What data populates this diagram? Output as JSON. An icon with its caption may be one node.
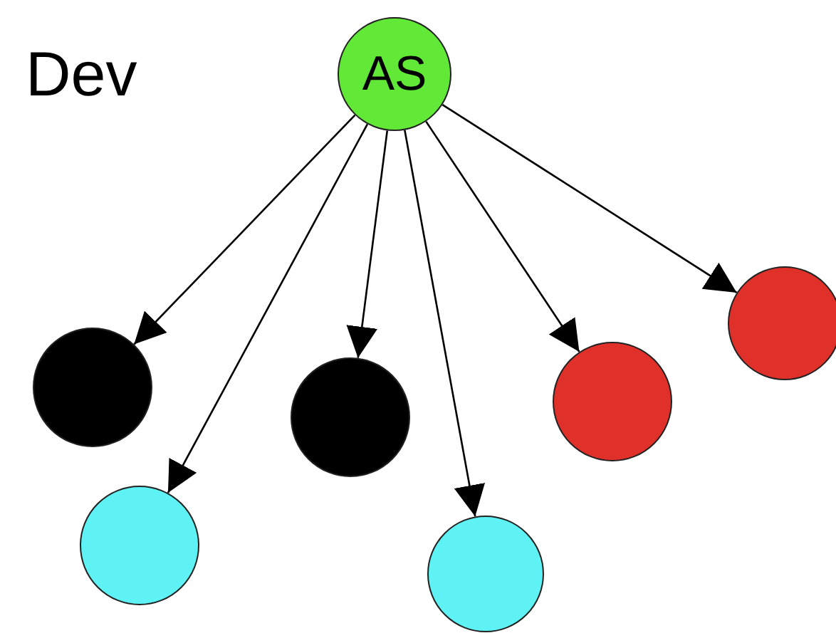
{
  "diagram": {
    "nodes": [
      {
        "text": [
          "AS"
        ]
      },
      {
        "text": [],
        "shape": "circle"
      },
      {
        "text": [],
        "shape": "circle"
      },
      {
        "text": [],
        "shape": "circle"
      },
      {
        "text": [],
        "shape": "circle"
      },
      {
        "text": [],
        "shape": "circle"
      },
      {
        "text": [],
        "shape": "circle"
      }
    ],
    "edges": [
      {
        "from": 0,
        "to": 1,
        "arrow": "to"
      },
      {
        "from": 0,
        "to": 2,
        "arrow": "to"
      },
      {
        "from": 0,
        "to": 3,
        "arrow": "to"
      },
      {
        "from": 0,
        "to": 4,
        "arrow": "to"
      },
      {
        "from": 0,
        "to": 5,
        "arrow": "to"
      },
      {
        "from": 0,
        "to": 6,
        "arrow": "to"
      }
    ],
    "labels": [
      "Dev"
    ]
  }
}
